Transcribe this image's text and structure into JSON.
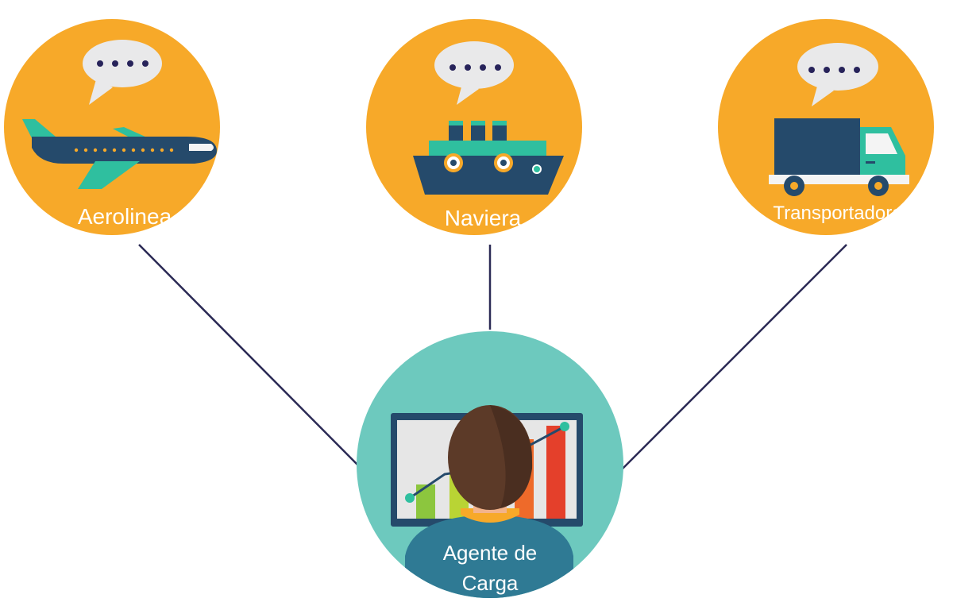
{
  "nodes": {
    "airline": {
      "label": "Aerolinea",
      "icon": "airplane-icon"
    },
    "shipping": {
      "label": "Naviera",
      "icon": "ship-icon"
    },
    "trucking": {
      "label": "Transportadora",
      "icon": "truck-icon"
    },
    "agent": {
      "label_line1": "Agente de",
      "label_line2": "Carga",
      "icon": "person-with-chart-icon"
    }
  },
  "colors": {
    "orange": "#F7A929",
    "teal": "#6DC9BE",
    "navy": "#254A6B",
    "green_teal": "#2FBF9F",
    "connector": "#2B2A55",
    "bubble": "#E9E9EA",
    "bubble_dots": "#27235A",
    "shirt": "#2F7A94",
    "hair": "#5C3A28"
  }
}
